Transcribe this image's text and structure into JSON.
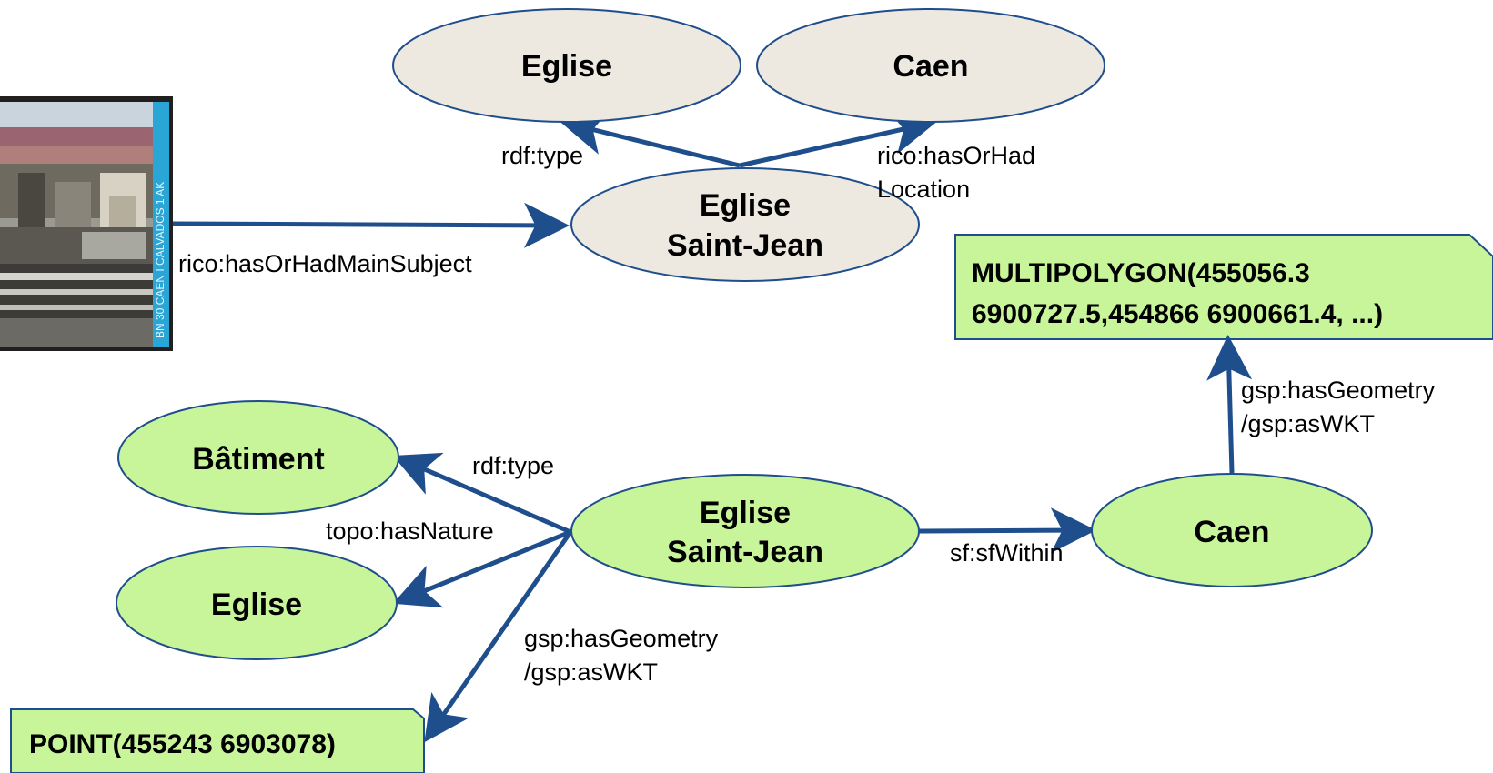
{
  "colors": {
    "archive_node_fill": "#ede9e0",
    "geo_node_fill": "#c8f59a",
    "edge": "#1f4e8c",
    "node_border": "#1f4e8c",
    "photo_frame": "#202020",
    "photo_strip": "#2aa6d6"
  },
  "photo": {
    "icon": "aerial-city-photo",
    "strip_text": "BN 30 CAEN I CALVADOS 1 AK"
  },
  "top": {
    "eglise_class": "Eglise",
    "caen": "Caen",
    "eglise_main_line1": "Eglise",
    "eglise_main_line2": "Saint-Jean",
    "edge_type": "rdf:type",
    "edge_location_line1": "rico:hasOrHad",
    "edge_location_line2": "Location",
    "edge_main_subject": "rico:hasOrHadMainSubject"
  },
  "bottom": {
    "batiment": "Bâtiment",
    "eglise_nature": "Eglise",
    "eglise_main_line1": "Eglise",
    "eglise_main_line2": "Saint-Jean",
    "caen": "Caen",
    "edge_type": "rdf:type",
    "edge_nature": "topo:hasNature",
    "edge_geometry_line1": "gsp:hasGeometry",
    "edge_geometry_line2": "/gsp:asWKT",
    "edge_within": "sf:sfWithin",
    "edge_caen_geometry_line1": "gsp:hasGeometry",
    "edge_caen_geometry_line2": "/gsp:asWKT",
    "point_wkt": "POINT(455243 6903078)",
    "multipolygon_line1": "MULTIPOLYGON(455056.3",
    "multipolygon_line2": "6900727.5,454866 6900661.4, ...)"
  }
}
